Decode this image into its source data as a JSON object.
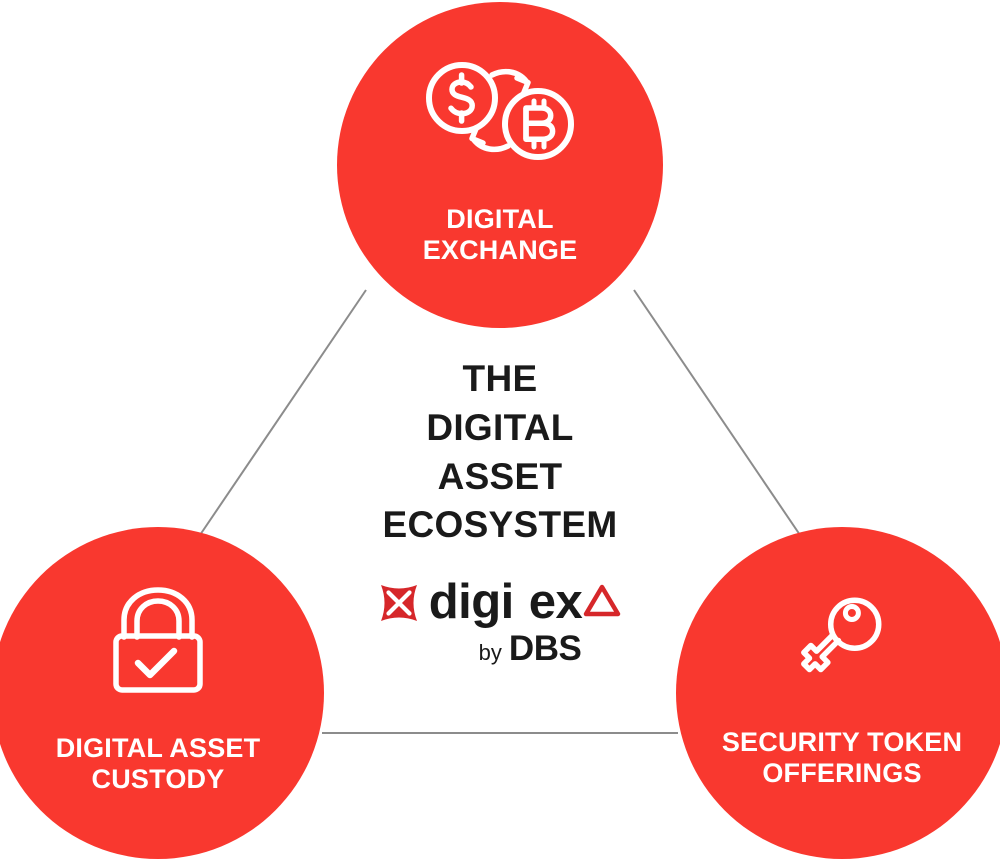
{
  "diagram": {
    "type": "triangle-ecosystem",
    "center": {
      "title": "THE\nDIGITAL\nASSET\nECOSYSTEM"
    },
    "logo": {
      "mark": "dbs-star-mark",
      "word_digi": "digi",
      "word_ex": "ex",
      "word_delta": "delta-triangle",
      "by": "by",
      "brand": "DBS"
    },
    "nodes": [
      {
        "id": "digital-exchange",
        "label": "DIGITAL\nEXCHANGE",
        "icon": "currency-exchange-icon",
        "position": "top"
      },
      {
        "id": "digital-asset-custody",
        "label": "DIGITAL ASSET\nCUSTODY",
        "icon": "padlock-check-icon",
        "position": "bottom-left"
      },
      {
        "id": "security-token-offerings",
        "label": "SECURITY TOKEN\nOFFERINGS",
        "icon": "key-icon",
        "position": "bottom-right"
      }
    ],
    "connectors": [
      {
        "id": "exchange-to-custody",
        "from": "digital-exchange",
        "to": "digital-asset-custody"
      },
      {
        "id": "exchange-to-sto",
        "from": "digital-exchange",
        "to": "security-token-offerings"
      },
      {
        "id": "custody-to-sto",
        "from": "digital-asset-custody",
        "to": "security-token-offerings"
      }
    ],
    "colors": {
      "node_fill": "#f9382f",
      "node_text": "#ffffff",
      "center_text": "#1a1a1a",
      "connector": "#8c8c8c",
      "background": "#ffffff",
      "logo_red": "#d6272a"
    }
  }
}
